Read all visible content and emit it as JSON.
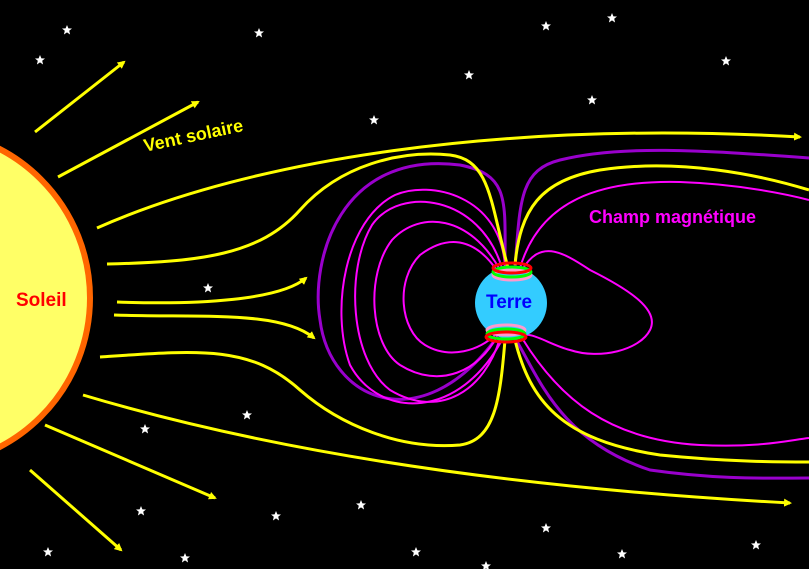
{
  "labels": {
    "sun": "Soleil",
    "earth": "Terre",
    "solar_wind": "Vent solaire",
    "magnetic_field": "Champ magnétique"
  },
  "colors": {
    "background": "#000000",
    "sun_fill": "#ffff66",
    "sun_border": "#ff6600",
    "sun_label": "#ff0000",
    "earth_fill": "#33ccff",
    "earth_label": "#0000ff",
    "solar_wind": "#ffff00",
    "field_lines": "#ff00ff",
    "magnetopause": "#9900cc",
    "aurora_red": "#ff0000",
    "aurora_green": "#00ff00",
    "aurora_pink": "#ff99cc",
    "stars": "#ffffff"
  }
}
